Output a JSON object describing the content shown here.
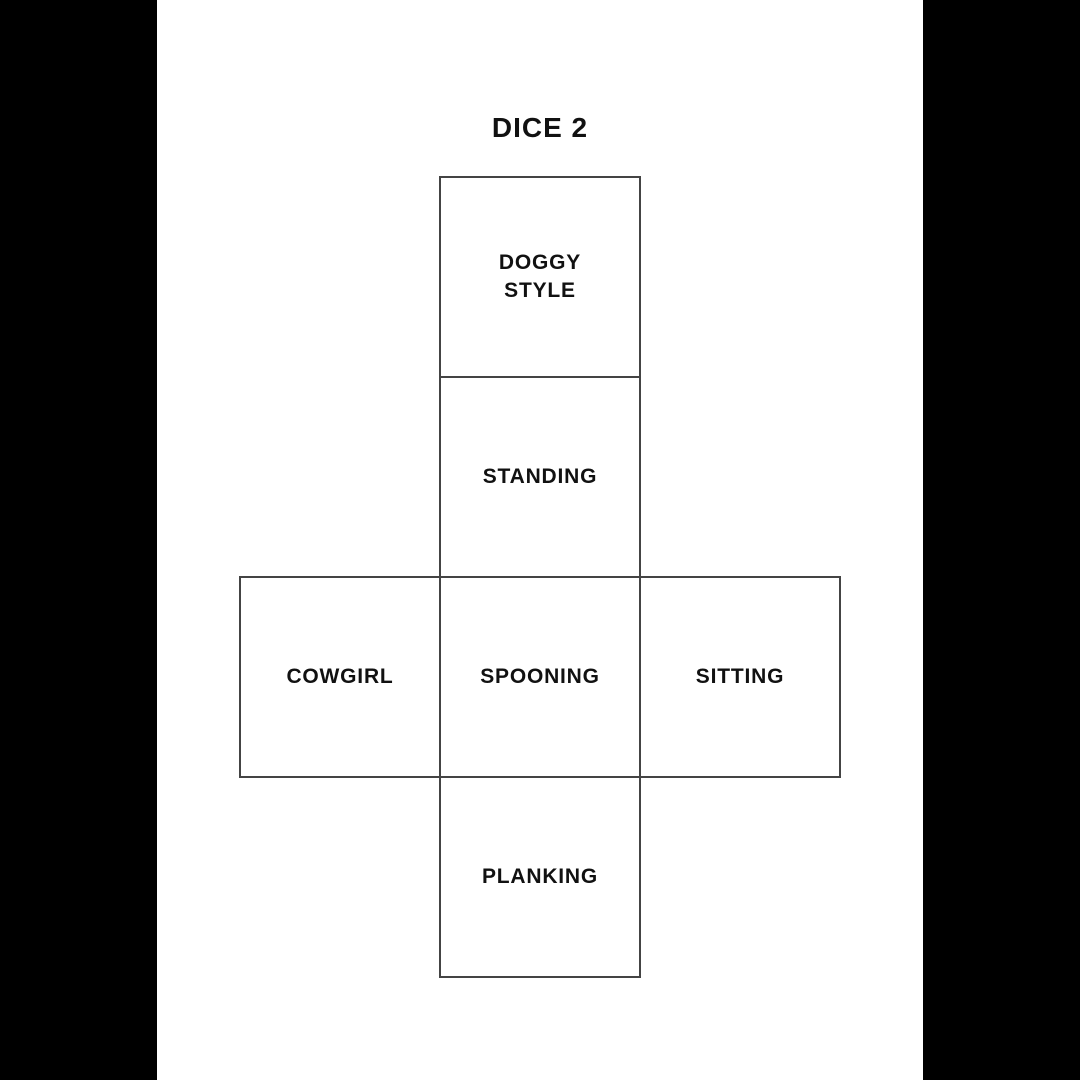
{
  "title": "DICE 2",
  "colors": {
    "background": "#000000",
    "page": "#ffffff",
    "line": "#444444",
    "text": "#111111"
  },
  "dice_net": {
    "faces": [
      {
        "position": "top",
        "label": "DOGGY\nSTYLE"
      },
      {
        "position": "upper-middle",
        "label": "STANDING"
      },
      {
        "position": "left",
        "label": "COWGIRL"
      },
      {
        "position": "center",
        "label": "SPOONING"
      },
      {
        "position": "right",
        "label": "SITTING"
      },
      {
        "position": "bottom",
        "label": "PLANKING"
      }
    ]
  }
}
